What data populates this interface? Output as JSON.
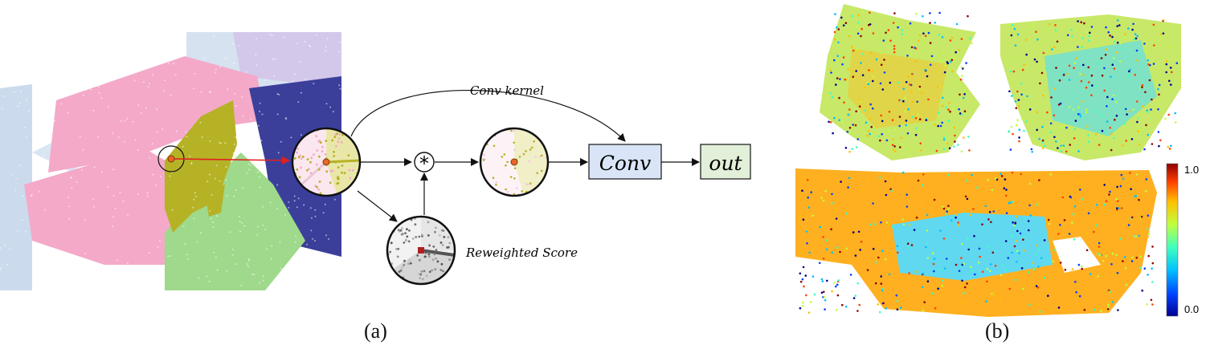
{
  "panel_a": {
    "caption": "(a)",
    "conv_kernel_label": "Conv kernel",
    "reweighted_label": "Reweighted Score",
    "operator_symbol": "*",
    "conv_label": "Conv",
    "out_label": "out",
    "colors": {
      "pink": "#f4a9c9",
      "olive": "#b6b226",
      "navy": "#3b3f9a",
      "green": "#9fd98b",
      "lightblue": "#b6cbe6",
      "lavender": "#d2b8e6",
      "conv_fill": "#d9e5f6",
      "out_fill": "#e2efd9",
      "query_point": "#e8662a",
      "arrow_red": "#e02020",
      "score_point": "#b02020"
    }
  },
  "panel_b": {
    "caption": "(b)",
    "colorbar_max": "1.0",
    "colorbar_min": "0.0",
    "colormap": [
      "#00008f",
      "#0040ff",
      "#00c0ff",
      "#40ffbf",
      "#bfff40",
      "#ffc000",
      "#ff4000",
      "#8f0000"
    ]
  }
}
